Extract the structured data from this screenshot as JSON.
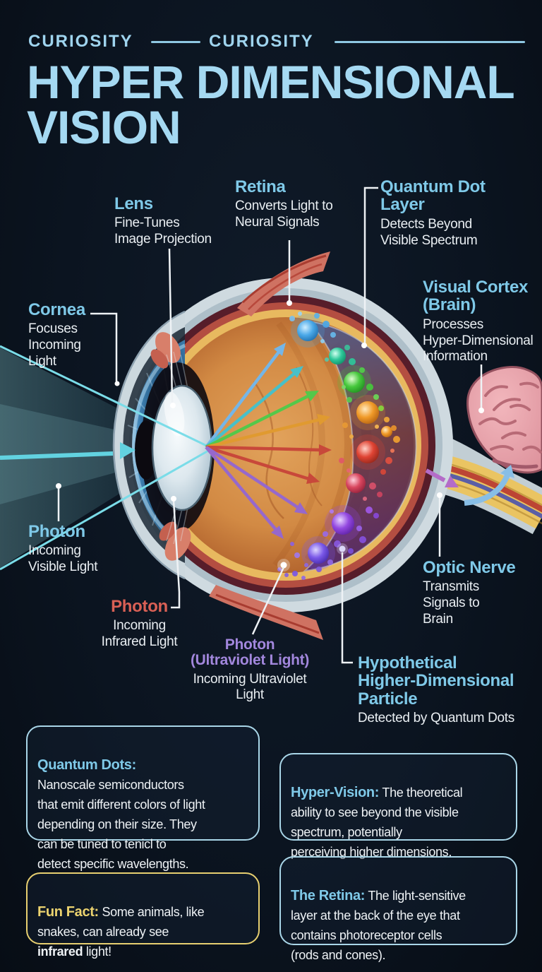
{
  "colors": {
    "background": "#0B141E",
    "title_blue": "#A5D9F2",
    "label_heading_blue": "#7FC9E8",
    "body_text": "#EDF1F4",
    "infrared_red": "#D96055",
    "ultraviolet_purple": "#A287DD",
    "fun_fact_yellow": "#ECD36F",
    "box_border_blue": "#A9D6E8",
    "box_border_yellow": "#E7CF70"
  },
  "header": {
    "eyebrow_left": "CURIOSITY",
    "eyebrow_right": "CURIOSITY",
    "title": "HYPER DIMENSIONAL\nVISION"
  },
  "labels": {
    "lens": {
      "heading": "Lens",
      "body": "Fine-Tunes\nImage Projection"
    },
    "retina": {
      "heading": "Retina",
      "body": "Converts Light to\nNeural Signals"
    },
    "quantum_dot_layer": {
      "heading": "Quantum Dot\nLayer",
      "body": "Detects Beyond\nVisible Spectrum"
    },
    "visual_cortex": {
      "heading": "Visual Cortex\n(Brain)",
      "body": "Processes\nHyper-Dimensional\nInformation"
    },
    "cornea": {
      "heading": "Cornea",
      "body": "Focuses\nIncoming\nLight"
    },
    "photon_visible": {
      "heading": "Photon",
      "body": "Incoming\nVisible Light"
    },
    "photon_infrared": {
      "heading": "Photon",
      "body": "Incoming\nInfrared Light"
    },
    "photon_ultraviolet": {
      "heading": "Photon\n(Ultraviolet Light)",
      "body": "Incoming Ultraviolet\nLight"
    },
    "optic_nerve": {
      "heading": "Optic Nerve",
      "body": "Transmits\nSignals to\nBrain"
    },
    "hypothetical_particle": {
      "heading": "Hypothetical\nHigher-Dimensional\nParticle",
      "body": "Detected by Quantum Dots"
    }
  },
  "info_boxes": {
    "quantum_dots": {
      "title": "Quantum Dots:",
      "text": "Nanoscale semiconductors\nthat emit different colors of light\ndepending on their size. They\ncan be tuned to tenicl to\ndetect specific wavelengths."
    },
    "hyper_vision": {
      "title": "Hyper-Vision:",
      "text": " The theoretical\nability to see beyond the visible\nspectrum, potentially\nperceiving higher dimensions."
    },
    "fun_fact": {
      "title": "Fun Fact:",
      "text_before": " Some animals, like\nsnakes, can already see\n",
      "bold_word": "infrared",
      "text_after": " light!"
    },
    "retina": {
      "title": "The Retina:",
      "text": " The light-sensitive\nlayer at the back of the eye that\ncontains photoreceptor cells\n(rods and cones)."
    }
  }
}
